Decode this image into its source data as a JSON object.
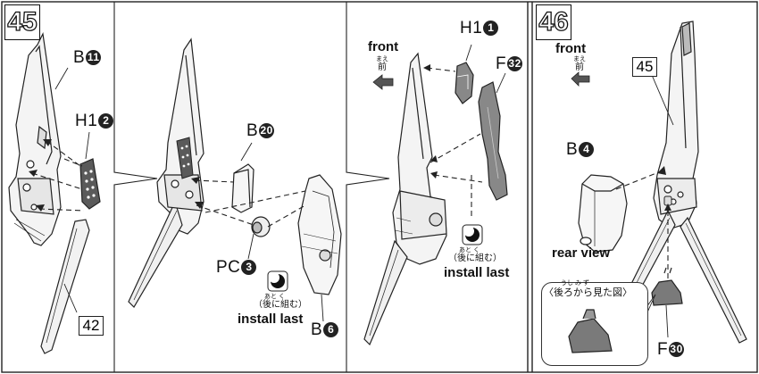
{
  "steps": [
    {
      "number": "45"
    },
    {
      "number": "46"
    }
  ],
  "panel1": {
    "b_part": {
      "letter": "B",
      "num": "11"
    },
    "h1_part": {
      "letter": "H1",
      "num": "2"
    },
    "ref_box": "42"
  },
  "panel2": {
    "b_part_top": {
      "letter": "B",
      "num": "20"
    },
    "pc_part": {
      "letter": "PC",
      "num": "3"
    },
    "b_part_bottom": {
      "letter": "B",
      "num": "6"
    },
    "ruby": "あと  く",
    "note_jp": "（後に組む）",
    "note_en": "install last"
  },
  "panel3": {
    "front_en": "front",
    "front_ruby": "まえ",
    "front_jp": "前",
    "h1_part": {
      "letter": "H1",
      "num": "1"
    },
    "f_part": {
      "letter": "F",
      "num": "32"
    },
    "ruby": "あと  く",
    "note_jp": "（後に組む）",
    "note_en": "install last"
  },
  "panel4": {
    "front_en": "front",
    "front_ruby": "まえ",
    "front_jp": "前",
    "ref_box": "45",
    "b_part": {
      "letter": "B",
      "num": "4"
    },
    "rear_view": "rear view",
    "callout_ruby": "うし      み   ず",
    "callout_jp": "〈後ろから見た図〉",
    "f_part": {
      "letter": "F",
      "num": "30"
    }
  },
  "colors": {
    "line": "#222222",
    "part_light": "#f4f4f4",
    "part_dark": "#555555",
    "part_mid": "#9a9a9a"
  }
}
